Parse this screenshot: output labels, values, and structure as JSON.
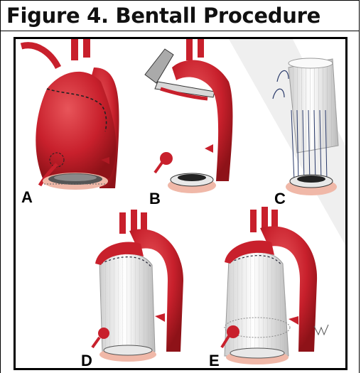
{
  "figure": {
    "title": "Figure 4. Bentall Procedure"
  },
  "panels": [
    {
      "id": "A",
      "label": "A"
    },
    {
      "id": "B",
      "label": "B"
    },
    {
      "id": "C",
      "label": "C"
    },
    {
      "id": "D",
      "label": "D"
    },
    {
      "id": "E",
      "label": "E"
    }
  ],
  "colors": {
    "aorta": "#c8202c",
    "aorta_highlight": "#e0454a",
    "graft": "#f2f2f2",
    "tissue": "#f0b8a8",
    "watermark": "#e8e8e8"
  }
}
